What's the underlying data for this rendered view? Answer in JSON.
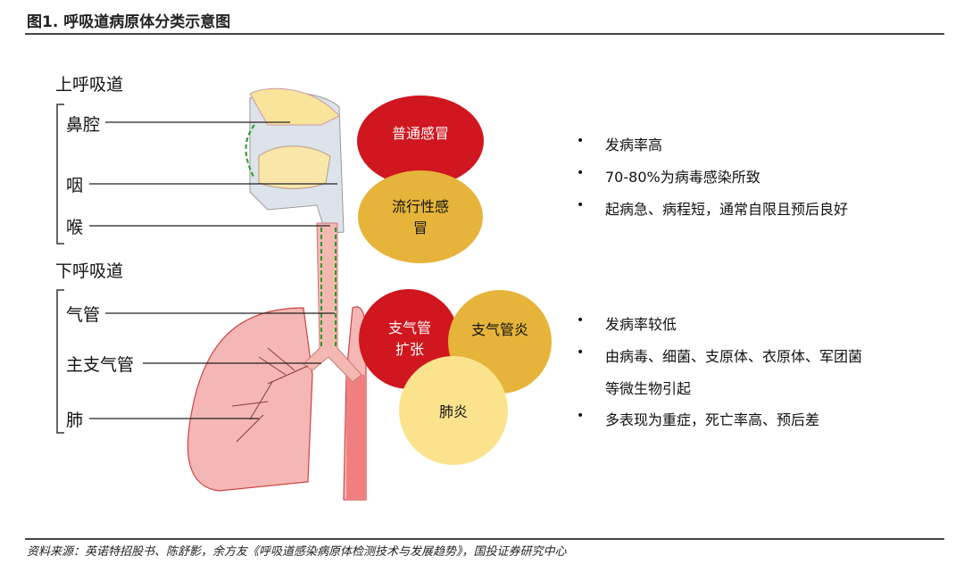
{
  "title": "图1. 呼吸道病原体分类示意图",
  "upper": {
    "heading": "上呼吸道",
    "parts": [
      "鼻腔",
      "咽",
      "喉"
    ]
  },
  "lower": {
    "heading": "下呼吸道",
    "parts": [
      "气管",
      "主支气管",
      "肺"
    ]
  },
  "circles": {
    "common_cold": "普通感冒",
    "influenza": "流行性感冒",
    "bronchiectasis": "支气管扩张",
    "bronchitis": "支气管炎",
    "pneumonia": "肺炎"
  },
  "upper_bullets": [
    "发病率高",
    "70-80%为病毒感染所致",
    "起病急、病程短，通常自限且预后良好"
  ],
  "lower_bullets": [
    "发病率较低",
    "由病毒、细菌、支原体、衣原体、军团菌",
    "等微生物引起",
    "多表现为重症，死亡率高、预后差"
  ],
  "bullet_symbol": "•",
  "source": "资料来源：英诺特招股书、陈舒影，余方友《呼吸道感染病原体检测技术与发展趋势》，国投证券研究中心",
  "colors": {
    "red": "#d0161e",
    "gold": "#e6b43a",
    "pale": "#fbe38e",
    "lung": "#f4b7b5"
  }
}
